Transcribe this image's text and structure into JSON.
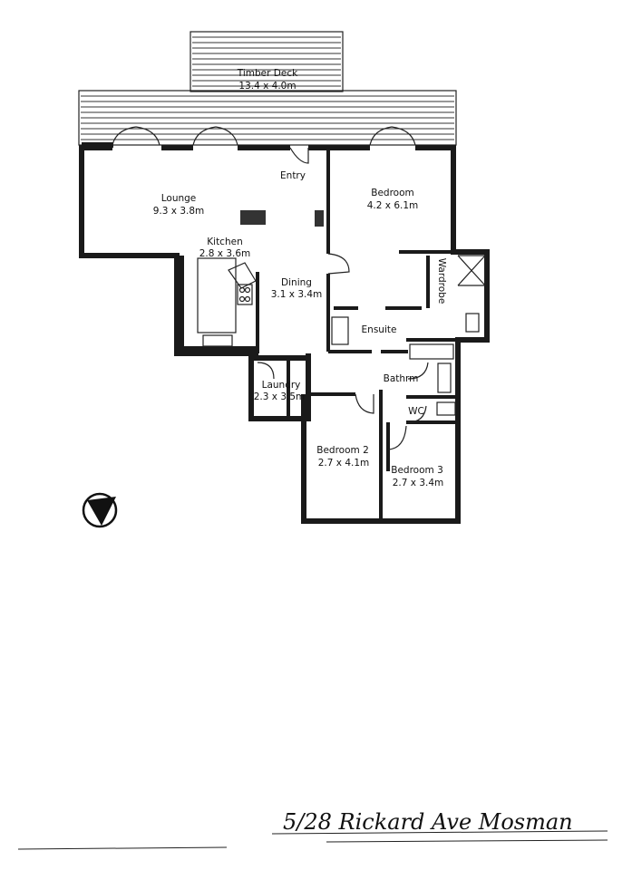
{
  "rooms": {
    "timber_deck": {
      "name": "Timber Deck",
      "size": "13.4 x 4.0m"
    },
    "entry": {
      "name": "Entry"
    },
    "lounge": {
      "name": "Lounge",
      "size": "9.3 x 3.8m"
    },
    "kitchen": {
      "name": "Kitchen",
      "size": "2.8 x 3.6m"
    },
    "dining": {
      "name": "Dining",
      "size": "3.1 x 3.4m"
    },
    "bedroom": {
      "name": "Bedroom",
      "size": "4.2 x 6.1m"
    },
    "wardrobe": {
      "name": "Wardrobe"
    },
    "ensuite": {
      "name": "Ensuite"
    },
    "laundry": {
      "name": "Laundry",
      "size": "2.3 x 3.5m"
    },
    "bathroom": {
      "name": "Bathrm"
    },
    "wc": {
      "name": "WC"
    },
    "bedroom2": {
      "name": "Bedroom 2",
      "size": "2.7 x 4.1m"
    },
    "bedroom3": {
      "name": "Bedroom 3",
      "size": "2.7 x 3.4m"
    }
  },
  "address": "5/28 Rickard Ave Mosman",
  "icons": {
    "north_arrow": "compass-north-arrow"
  }
}
